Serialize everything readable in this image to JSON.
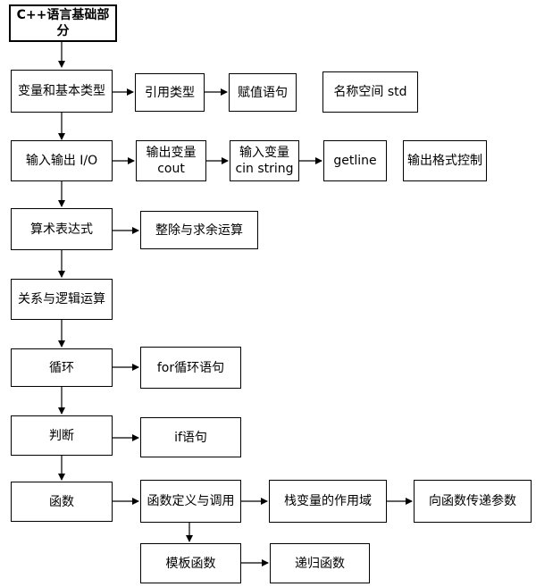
{
  "title": "C++语言基础部分",
  "nodes": {
    "vars": "变量和基本类型",
    "ref": "引用类型",
    "assign": "赋值语句",
    "namespace": "名称空间 std",
    "io": "输入输出 I/O",
    "out_cout": "输出变量\ncout",
    "in_cin": "输入变量\ncin string",
    "getline": "getline",
    "fmt": "输出格式控制",
    "arith": "算术表达式",
    "divmod": "整除与求余运算",
    "logic": "关系与逻辑运算",
    "loop": "循环",
    "for": "for循环语句",
    "judge": "判断",
    "if": "if语句",
    "func": "函数",
    "funcdef": "函数定义与调用",
    "scope": "栈变量的作用域",
    "param": "向函数传递参数",
    "template": "模板函数",
    "recursion": "递归函数"
  }
}
